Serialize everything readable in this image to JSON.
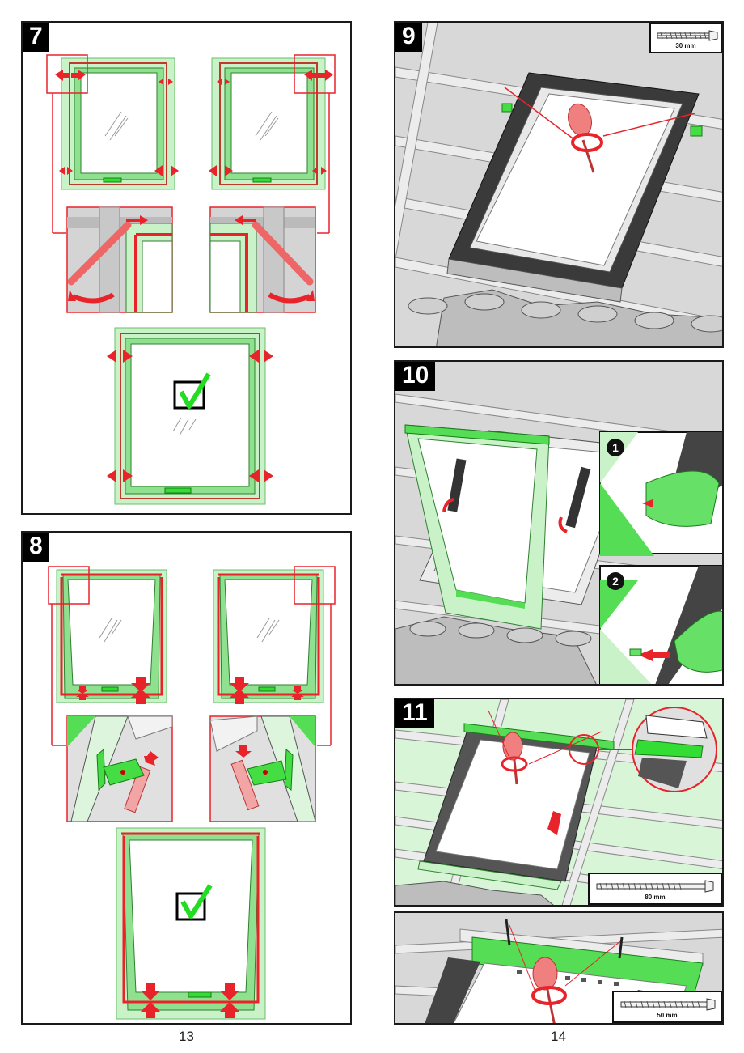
{
  "pages": {
    "left": {
      "number": "13"
    },
    "right": {
      "number": "14"
    }
  },
  "steps": [
    {
      "id": "7",
      "label": "7",
      "description": "Sash frame alignment check: press arrows at corners, lever adjustment insets, final check mark"
    },
    {
      "id": "8",
      "label": "8",
      "description": "Top-hung sash alignment: bottom bracket adjustment insets, final check mark"
    },
    {
      "id": "9",
      "label": "9",
      "description": "Fix frame brackets to battens with screwdriver",
      "screw": {
        "length_label": "30 mm"
      }
    },
    {
      "id": "10",
      "label": "10",
      "description": "Mount sash into frame hinges",
      "insets": [
        {
          "label": "1"
        },
        {
          "label": "2"
        }
      ]
    },
    {
      "id": "11",
      "label": "11",
      "description": "Fix top batten with screws",
      "screw": {
        "length_label": "80 mm"
      }
    },
    {
      "id": "11b",
      "label": "",
      "description": "Detail: fix green batten over frame",
      "screw": {
        "length_label": "50 mm"
      }
    }
  ],
  "colors": {
    "accent_red": "#e8232a",
    "frame_green": "#7ee07e",
    "frame_green_light": "#c9f2c9",
    "bright_green": "#33dd33",
    "roof_gray": "#d6d6d6",
    "dark_frame": "#3a3a3a",
    "membrane_green": "#d8f5d8"
  }
}
